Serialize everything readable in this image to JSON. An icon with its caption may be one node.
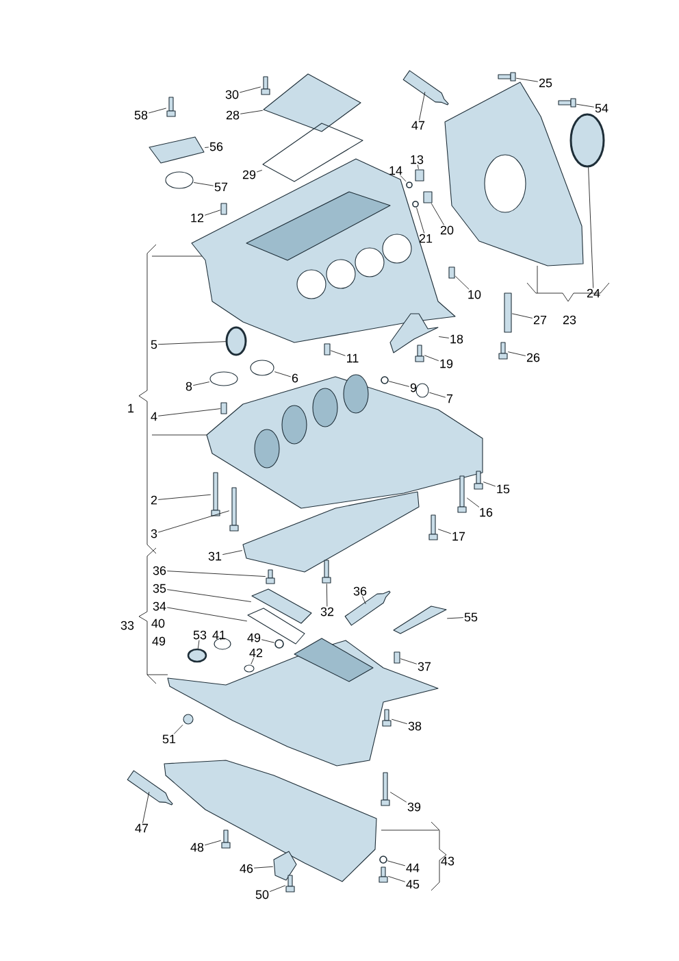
{
  "diagram": {
    "nodes": [
      {
        "text": [
          "25"
        ]
      },
      {
        "text": [
          "30"
        ]
      },
      {
        "text": [
          "54"
        ]
      },
      {
        "text": [
          "58"
        ]
      },
      {
        "text": [
          "47"
        ]
      },
      {
        "text": [
          "28"
        ]
      },
      {
        "text": [
          "56"
        ]
      },
      {
        "text": [
          "29"
        ]
      },
      {
        "text": [
          "13"
        ]
      },
      {
        "text": [
          "14"
        ]
      },
      {
        "text": [
          "57"
        ]
      },
      {
        "text": [
          "12"
        ]
      },
      {
        "text": [
          "20"
        ]
      },
      {
        "text": [
          "21"
        ]
      },
      {
        "text": [
          "10"
        ]
      },
      {
        "text": [
          "24"
        ]
      },
      {
        "text": [
          "27"
        ]
      },
      {
        "text": [
          "18"
        ]
      },
      {
        "text": [
          "5"
        ]
      },
      {
        "text": [
          "26"
        ]
      },
      {
        "text": [
          "19"
        ]
      },
      {
        "text": [
          "11"
        ]
      },
      {
        "text": [
          "6"
        ]
      },
      {
        "text": [
          "9"
        ]
      },
      {
        "text": [
          "8"
        ]
      },
      {
        "text": [
          "7"
        ]
      },
      {
        "text": [
          "4"
        ]
      },
      {
        "text": [
          "15"
        ]
      },
      {
        "text": [
          "2"
        ]
      },
      {
        "text": [
          "16"
        ]
      },
      {
        "text": [
          "3"
        ]
      },
      {
        "text": [
          "17"
        ]
      },
      {
        "text": [
          "31"
        ]
      },
      {
        "text": [
          "36"
        ]
      },
      {
        "text": [
          "35"
        ]
      },
      {
        "text": [
          "36"
        ]
      },
      {
        "text": [
          "34"
        ]
      },
      {
        "text": [
          "32"
        ]
      },
      {
        "text": [
          "55"
        ]
      },
      {
        "text": [
          "53"
        ]
      },
      {
        "text": [
          "41"
        ]
      },
      {
        "text": [
          "49"
        ]
      },
      {
        "text": [
          "42"
        ]
      },
      {
        "text": [
          "37"
        ]
      },
      {
        "text": [
          "38"
        ]
      },
      {
        "text": [
          "51"
        ]
      },
      {
        "text": [
          "39"
        ]
      },
      {
        "text": [
          "47"
        ]
      },
      {
        "text": [
          "48"
        ]
      },
      {
        "text": [
          "44"
        ]
      },
      {
        "text": [
          "46"
        ]
      },
      {
        "text": [
          "45"
        ]
      },
      {
        "text": [
          "50"
        ]
      },
      {
        "text": [],
        "shape": "picture"
      },
      {
        "text": [],
        "shape": "picture"
      },
      {
        "text": [],
        "shape": "picture"
      },
      {
        "text": [],
        "shape": "picture"
      },
      {
        "text": [],
        "shape": "picture"
      },
      {
        "text": [],
        "shape": "picture"
      },
      {
        "text": [],
        "shape": "picture"
      },
      {
        "text": [],
        "shape": "picture"
      },
      {
        "text": [],
        "shape": "box"
      },
      {
        "text": [],
        "shape": "circle"
      },
      {
        "text": [],
        "shape": "circle"
      },
      {
        "text": [],
        "shape": "box"
      },
      {
        "text": [],
        "shape": "box"
      },
      {
        "text": [],
        "shape": "circle"
      },
      {
        "text": [],
        "shape": "box"
      },
      {
        "text": [],
        "shape": "circle"
      },
      {
        "text": [],
        "shape": "box"
      },
      {
        "text": [],
        "shape": "picture"
      },
      {
        "text": [],
        "shape": "circle"
      },
      {
        "text": [],
        "shape": "picture"
      },
      {
        "text": [],
        "shape": "picture"
      },
      {
        "text": [],
        "shape": "box"
      },
      {
        "text": [],
        "shape": "circle"
      },
      {
        "text": [],
        "shape": "circle"
      },
      {
        "text": [],
        "shape": "circle"
      },
      {
        "text": [],
        "shape": "circle"
      },
      {
        "text": [],
        "shape": "box"
      },
      {
        "text": [],
        "shape": "picture"
      },
      {
        "text": [],
        "shape": "picture"
      },
      {
        "text": [],
        "shape": "picture"
      },
      {
        "text": [],
        "shape": "picture"
      },
      {
        "text": [],
        "shape": "picture"
      },
      {
        "text": [],
        "shape": "picture"
      },
      {
        "text": [],
        "shape": "picture"
      },
      {
        "text": [],
        "shape": "picture"
      },
      {
        "text": [],
        "shape": "picture"
      },
      {
        "text": [],
        "shape": "picture"
      },
      {
        "text": [],
        "shape": "picture"
      },
      {
        "text": [],
        "shape": "picture"
      },
      {
        "text": [],
        "shape": "circle"
      },
      {
        "text": [],
        "shape": "circle"
      },
      {
        "text": [],
        "shape": "circle"
      },
      {
        "text": [],
        "shape": "circle"
      },
      {
        "text": [],
        "shape": "box"
      },
      {
        "text": [],
        "shape": "picture"
      },
      {
        "text": [],
        "shape": "circle"
      },
      {
        "text": [],
        "shape": "picture"
      },
      {
        "text": [],
        "shape": "picture"
      },
      {
        "text": [],
        "shape": "picture"
      },
      {
        "text": [],
        "shape": "circle"
      },
      {
        "text": [],
        "shape": "picture"
      },
      {
        "text": [],
        "shape": "picture"
      },
      {
        "text": [],
        "shape": "picture"
      },
      {
        "text": [],
        "shape": "picture"
      },
      {
        "text": [],
        "shape": "picture"
      },
      {
        "text": [],
        "shape": "picture"
      },
      {
        "text": [],
        "shape": "picture"
      },
      {
        "text": [],
        "shape": "picture"
      }
    ],
    "edges": [
      {
        "from": 0,
        "to": 53,
        "arrow": "none"
      },
      {
        "from": 1,
        "to": 54,
        "arrow": "none"
      },
      {
        "from": 2,
        "to": 55,
        "arrow": "none"
      },
      {
        "from": 3,
        "to": 56,
        "arrow": "none"
      },
      {
        "from": 4,
        "to": 57,
        "arrow": "none"
      },
      {
        "from": 5,
        "to": 58,
        "arrow": "none"
      },
      {
        "from": 6,
        "to": 59,
        "arrow": "none"
      },
      {
        "from": 7,
        "to": 60,
        "arrow": "none"
      },
      {
        "from": 8,
        "to": 61,
        "arrow": "none"
      },
      {
        "from": 9,
        "to": 62,
        "arrow": "none"
      },
      {
        "from": 10,
        "to": 63,
        "arrow": "none"
      },
      {
        "from": 11,
        "to": 64,
        "arrow": "none"
      },
      {
        "from": 12,
        "to": 65,
        "arrow": "none"
      },
      {
        "from": 13,
        "to": 66,
        "arrow": "none"
      },
      {
        "from": 14,
        "to": 67,
        "arrow": "none"
      },
      {
        "from": 15,
        "to": 68,
        "arrow": "none"
      },
      {
        "from": 16,
        "to": 69,
        "arrow": "none"
      },
      {
        "from": 17,
        "to": 70,
        "arrow": "none"
      },
      {
        "from": 18,
        "to": 71,
        "arrow": "none"
      },
      {
        "from": 19,
        "to": 72,
        "arrow": "none"
      },
      {
        "from": 20,
        "to": 73,
        "arrow": "none"
      },
      {
        "from": 21,
        "to": 74,
        "arrow": "none"
      },
      {
        "from": 22,
        "to": 75,
        "arrow": "none"
      },
      {
        "from": 23,
        "to": 76,
        "arrow": "none"
      },
      {
        "from": 24,
        "to": 77,
        "arrow": "none"
      },
      {
        "from": 25,
        "to": 78,
        "arrow": "none"
      },
      {
        "from": 26,
        "to": 79,
        "arrow": "none"
      },
      {
        "from": 27,
        "to": 80,
        "arrow": "none"
      },
      {
        "from": 28,
        "to": 81,
        "arrow": "none"
      },
      {
        "from": 29,
        "to": 82,
        "arrow": "none"
      },
      {
        "from": 30,
        "to": 83,
        "arrow": "none"
      },
      {
        "from": 31,
        "to": 84,
        "arrow": "none"
      },
      {
        "from": 32,
        "to": 85,
        "arrow": "none"
      },
      {
        "from": 33,
        "to": 86,
        "arrow": "none"
      },
      {
        "from": 34,
        "to": 87,
        "arrow": "none"
      },
      {
        "from": 35,
        "to": 88,
        "arrow": "none"
      },
      {
        "from": 36,
        "to": 89,
        "arrow": "none"
      },
      {
        "from": 37,
        "to": 90,
        "arrow": "none"
      },
      {
        "from": 38,
        "to": 91,
        "arrow": "none"
      },
      {
        "from": 39,
        "to": 92,
        "arrow": "none"
      },
      {
        "from": 40,
        "to": 93,
        "arrow": "none"
      },
      {
        "from": 41,
        "to": 94,
        "arrow": "none"
      },
      {
        "from": 42,
        "to": 95,
        "arrow": "none"
      },
      {
        "from": 43,
        "to": 96,
        "arrow": "none"
      },
      {
        "from": 44,
        "to": 97,
        "arrow": "none"
      },
      {
        "from": 45,
        "to": 98,
        "arrow": "none"
      },
      {
        "from": 46,
        "to": 99,
        "arrow": "none"
      },
      {
        "from": 47,
        "to": 100,
        "arrow": "none"
      },
      {
        "from": 48,
        "to": 101,
        "arrow": "none"
      },
      {
        "from": 49,
        "to": 102,
        "arrow": "none"
      },
      {
        "from": 50,
        "to": 103,
        "arrow": "none"
      },
      {
        "from": 51,
        "to": 104,
        "arrow": "none"
      },
      {
        "from": 52,
        "to": 105,
        "arrow": "none"
      }
    ],
    "labels": [
      "23",
      "1",
      "40",
      "33",
      "49",
      "43"
    ]
  }
}
